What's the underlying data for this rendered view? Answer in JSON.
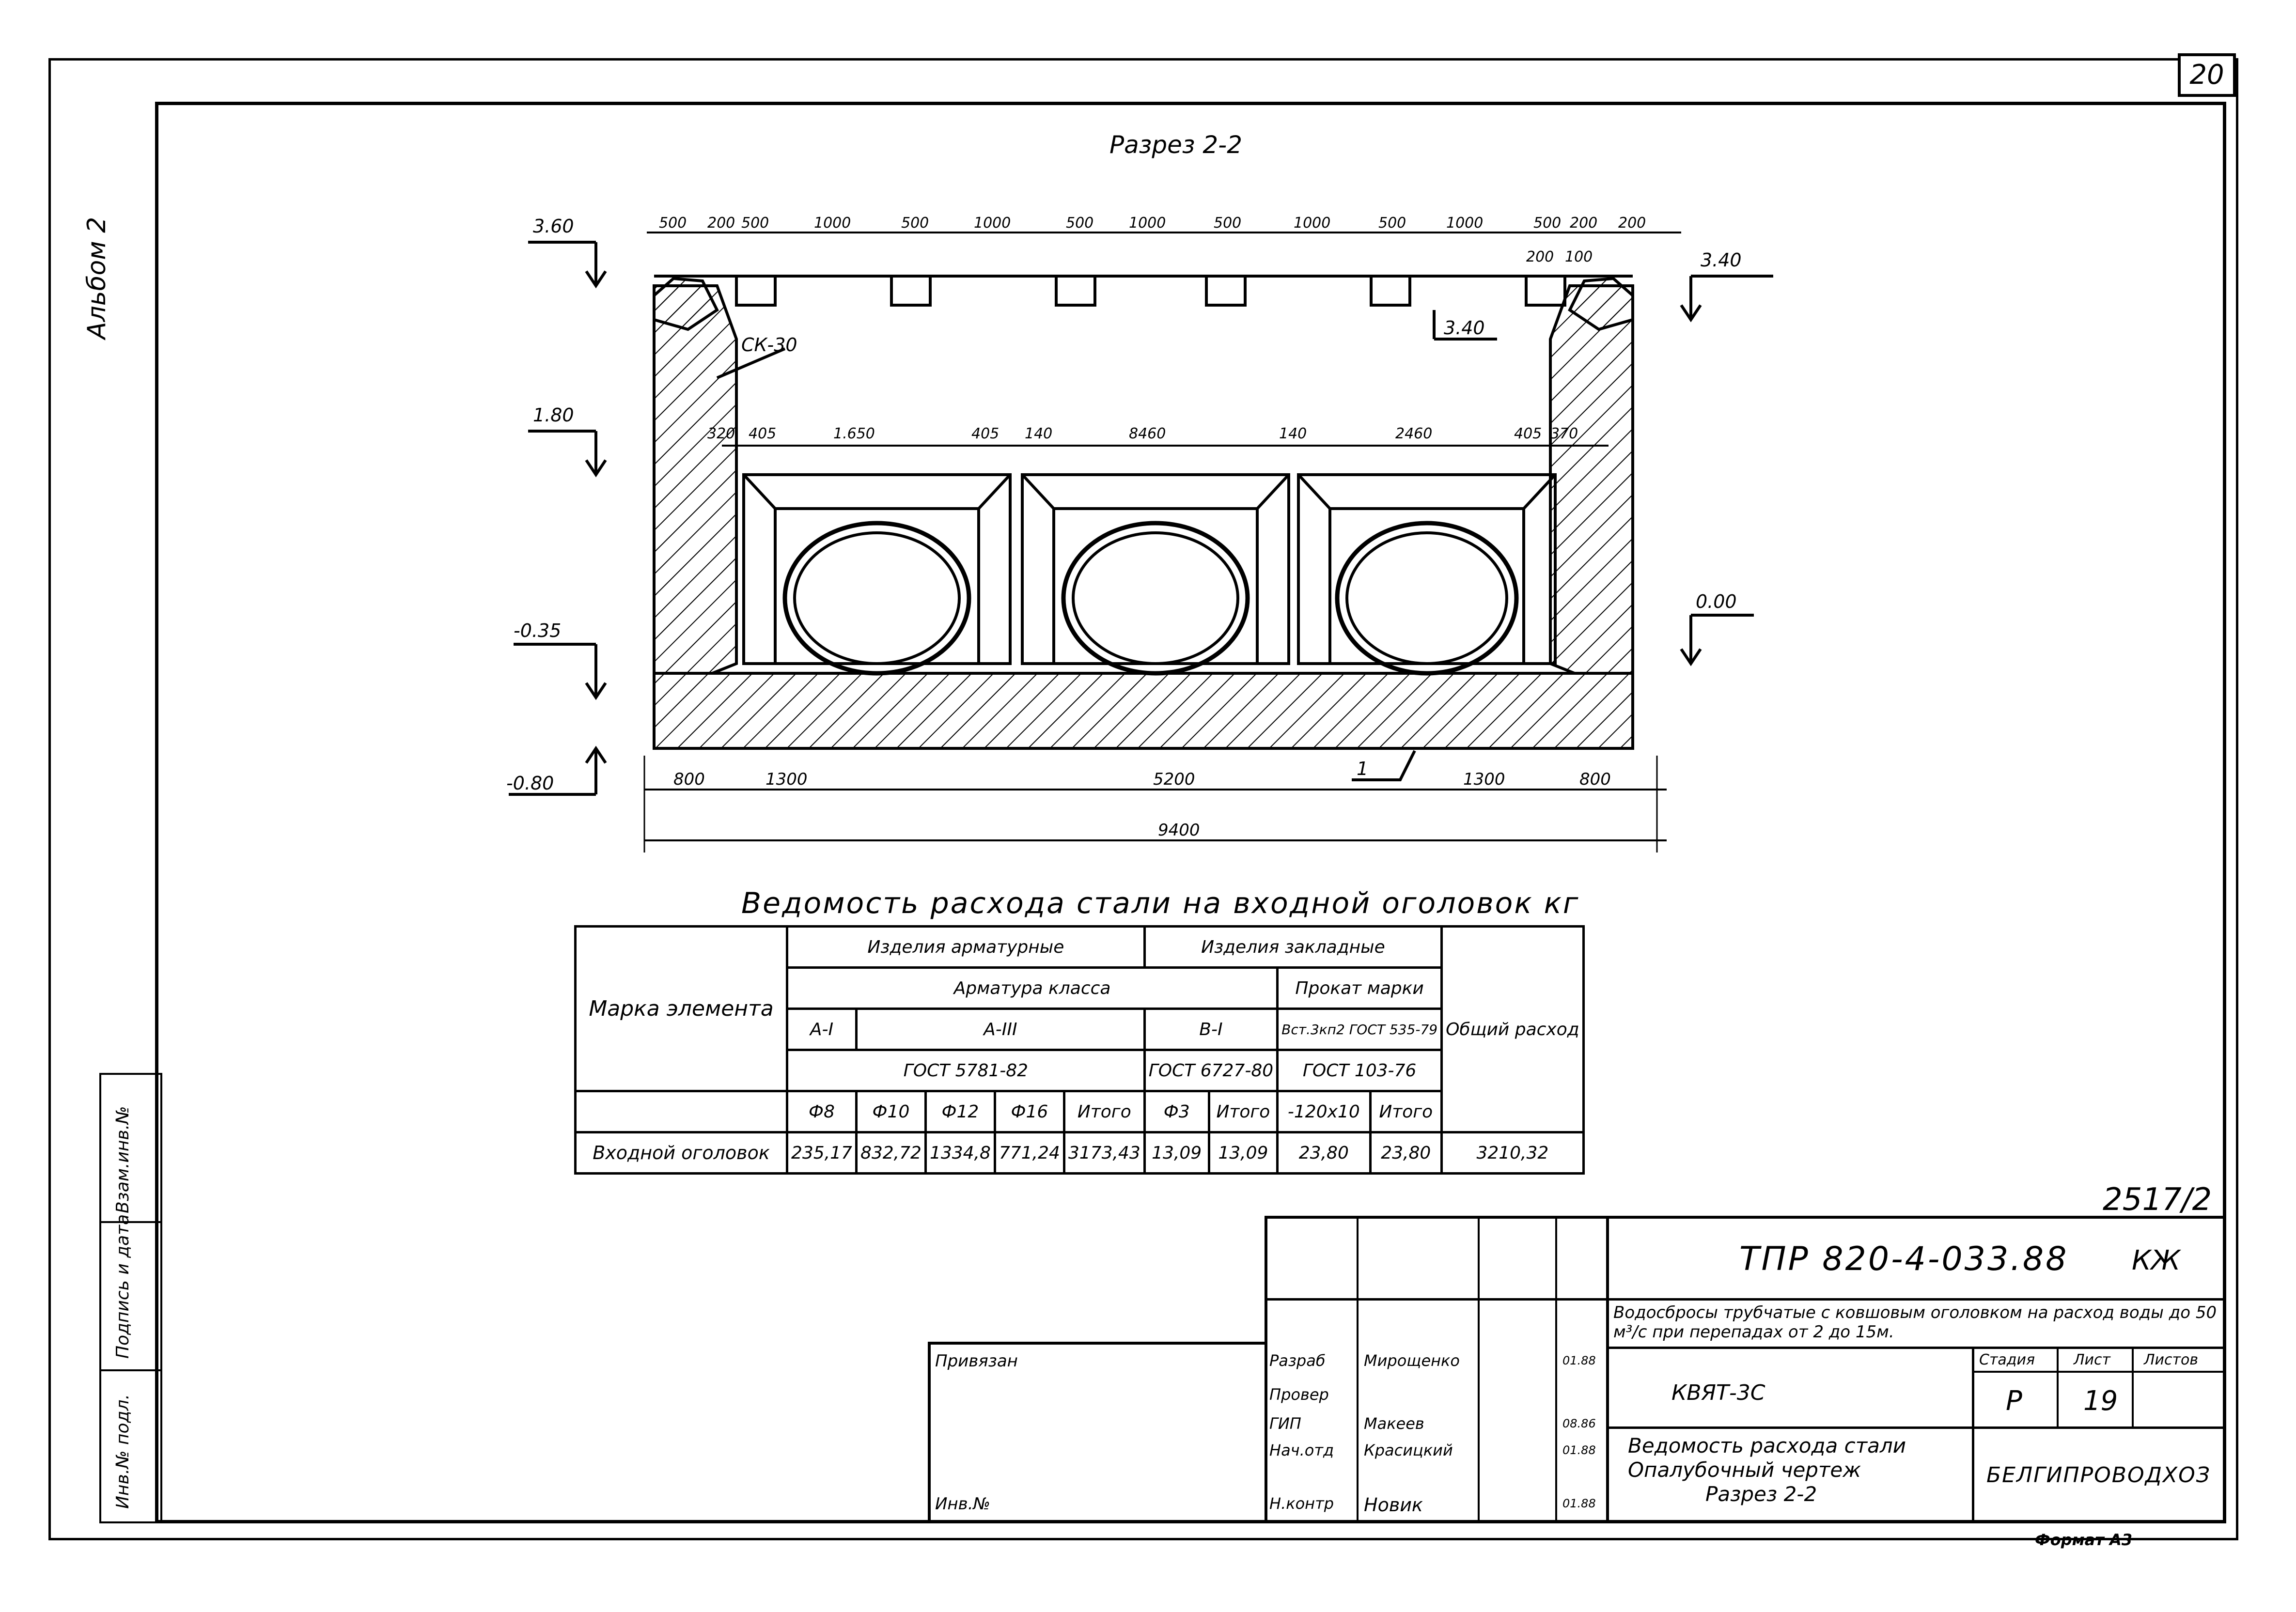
{
  "sheet_number": "20",
  "album_label": "Альбом 2",
  "section_title": "Разрез 2-2",
  "drawing": {
    "levels": {
      "top_left": "3.60",
      "top_right": "3.40",
      "inner_right": "3.40",
      "mid_left": "1.80",
      "bottom_left": "-0.35",
      "bottom_right": "0.00",
      "base_left": "-0.80"
    },
    "top_dims": [
      "500",
      "200",
      "500",
      "1000",
      "500",
      "1000",
      "500",
      "1000",
      "500",
      "1000",
      "500",
      "1000",
      "500",
      "200",
      "200"
    ],
    "top_dims_small": [
      "200",
      "100"
    ],
    "inner_dims": [
      "320",
      "405",
      "1.650",
      "405",
      "140",
      "8460",
      "140",
      "2460",
      "405",
      "370"
    ],
    "bottom_dims": [
      "800",
      "1300",
      "5200",
      "1300",
      "800"
    ],
    "overall_dim": "9400",
    "label_ck": "СК-30",
    "label_position": "1"
  },
  "steel_table": {
    "title": "Ведомость расхода стали на входной оголовок кг",
    "h_element": "Марка элемента",
    "h_rebar_products": "Изделия арматурные",
    "h_embedded": "Изделия закладные",
    "h_rebar_class": "Арматура класса",
    "h_rolled": "Прокат марки",
    "h_rolled_spec": "Вст.3кп2 ГОСТ 535-79",
    "h_total": "Общий расход",
    "h_a1": "А-I",
    "h_a3": "А-III",
    "h_b1": "В-I",
    "h_gost1": "ГОСТ 5781-82",
    "h_gost2": "ГОСТ 6727-80",
    "h_gost3": "ГОСТ 103-76",
    "cols": [
      "Ф8",
      "Ф10",
      "Ф12",
      "Ф16",
      "Итого",
      "Ф3",
      "Итого",
      "-120x10",
      "Итого"
    ],
    "row_name": "Входной оголовок",
    "row_values": [
      "235,17",
      "832,72",
      "1334,8",
      "771,24",
      "3173,43",
      "13,09",
      "13,09",
      "23,80",
      "23,80",
      "3210,32"
    ]
  },
  "title_block": {
    "series_code": "2517/2",
    "doc_code": "ТПР 820-4-033.88",
    "mark": "КЖ",
    "project": "Водосбросы трубчатые с ковшовым оголовком на расход воды до 50 м³/с при перепадах от 2 до 15м.",
    "object": "КВЯТ-3С",
    "sheet_title_1": "Ведомость расхода стали",
    "sheet_title_2": "Опалубочный чертеж",
    "sheet_title_3": "Разрез 2-2",
    "org": "БЕЛГИПРОВОДХОЗ",
    "h_stage": "Стадия",
    "h_sheet": "Лист",
    "h_sheets": "Листов",
    "stage": "Р",
    "sheet": "19",
    "attached": "Привязан",
    "inv": "Инв.№",
    "roles": [
      "Разраб",
      "Провер",
      "ГИП",
      "Нач.отд",
      "Н.контр"
    ],
    "names": [
      "Мирощенко",
      "",
      "Макеев",
      "Красицкий",
      "Новик"
    ],
    "dates": [
      "01.88",
      "",
      "08.86",
      "01.88",
      "01.88"
    ],
    "format": "Формат А3"
  },
  "side_stamp": [
    "Инв.№ подл.",
    "Подпись и дата",
    "Взам.инв.№"
  ]
}
